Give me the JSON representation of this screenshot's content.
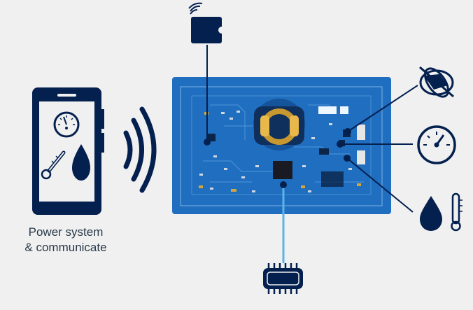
{
  "caption": {
    "line1": "Power system",
    "line2": "& communicate"
  },
  "colors": {
    "background": "#f0f0f0",
    "navy": "#04204f",
    "board_blue": "#1f6ebf",
    "board_dark": "#15539a",
    "trace": "#5d9ee0",
    "connector_light": "#5bb4e8",
    "battery_gold": "#c79830"
  },
  "icons": {
    "phone": "smartphone-icon",
    "gauge_small": "pressure-gauge-icon",
    "thermometer_small": "thermometer-icon",
    "drop_small": "humidity-drop-icon",
    "waves": "wireless-signal-icon",
    "nfc_tag": "nfc-tag-icon",
    "orientation": "motion-sensor-icon",
    "pressure": "pressure-gauge-icon",
    "humidity_temp": "humidity-temperature-icon",
    "chip": "microcontroller-chip-icon",
    "board": "sensor-board"
  }
}
